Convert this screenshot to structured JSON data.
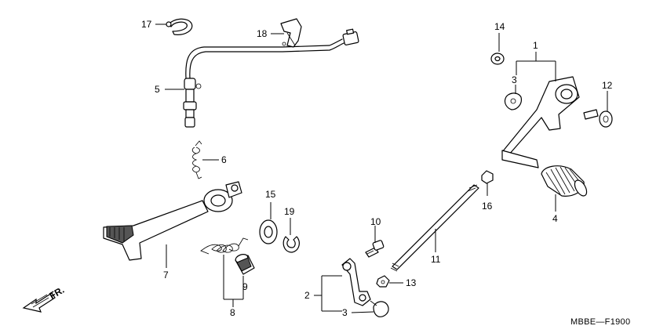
{
  "callouts": [
    "1",
    "2",
    "3",
    "3",
    "4",
    "5",
    "6",
    "7",
    "8",
    "9",
    "10",
    "11",
    "12",
    "13",
    "14",
    "15",
    "16",
    "17",
    "18",
    "19"
  ],
  "direction_label": "FR.",
  "diagram_code": "MBBE—F1900"
}
